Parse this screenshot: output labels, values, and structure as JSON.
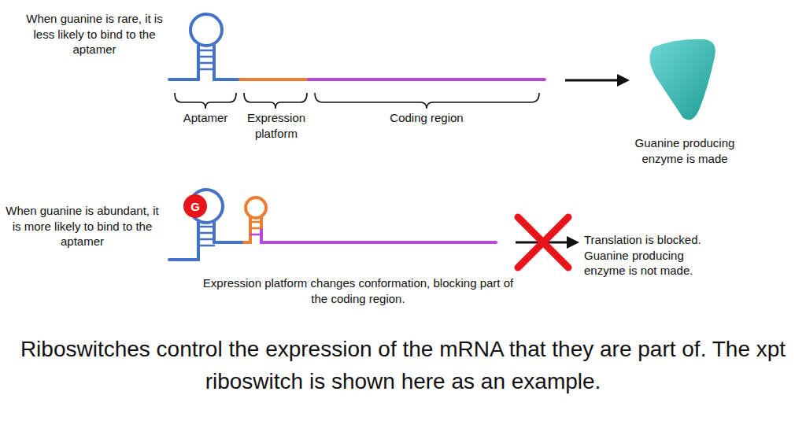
{
  "diagram": {
    "caption": "Riboswitches control the expression of the mRNA that they are part of. The xpt riboswitch is shown here as an example.",
    "nodes": [
      {
        "text": [
          "G"
        ]
      }
    ],
    "labels": [
      "When guanine is rare, it is less likely to bind to the aptamer",
      "Aptamer",
      "Expression platform",
      "Coding region",
      "Guanine producing enzyme is made",
      "When guanine is abundant, it is more likely to bind to the aptamer",
      "Expression platform changes conformation, blocking part of the coding region.",
      "Translation is blocked. Guanine producing enzyme is not made."
    ]
  }
}
